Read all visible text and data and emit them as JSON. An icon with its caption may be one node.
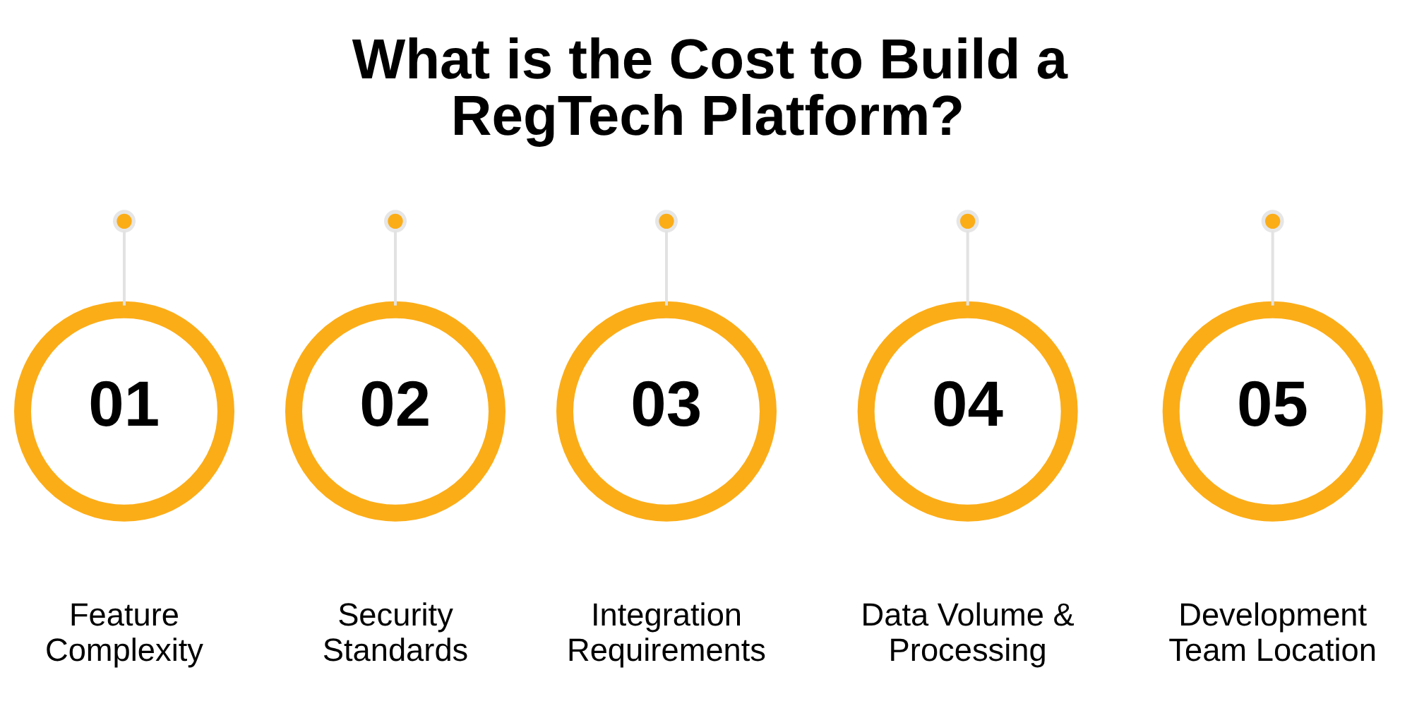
{
  "diagram": {
    "title": "What is the Cost to Build a RegTech Platform?",
    "nodes": [
      {
        "text": [],
        "shape": "circle"
      },
      {
        "text": [],
        "shape": "circle"
      },
      {
        "text": [],
        "shape": "circle"
      },
      {
        "text": [],
        "shape": "circle"
      },
      {
        "text": [],
        "shape": "circle"
      },
      {
        "text": [
          "01"
        ],
        "beside": [
          "Feature Complexity"
        ]
      },
      {
        "text": [
          "02"
        ],
        "beside": [
          "Security Standards"
        ]
      },
      {
        "text": [
          "03"
        ],
        "beside": [
          "Integration Requirements"
        ]
      },
      {
        "text": [
          "04"
        ],
        "beside": [
          "Data Volume & Processing"
        ]
      },
      {
        "text": [
          "05"
        ],
        "beside": [
          "Development Team Location"
        ]
      }
    ],
    "edges": [
      {
        "from": 0,
        "to": 5,
        "arrow": "none"
      },
      {
        "from": 1,
        "to": 6,
        "arrow": "none"
      },
      {
        "from": 2,
        "to": 7,
        "arrow": "none"
      },
      {
        "from": 3,
        "to": 8,
        "arrow": "none"
      },
      {
        "from": 4,
        "to": 9,
        "arrow": "none"
      }
    ]
  }
}
